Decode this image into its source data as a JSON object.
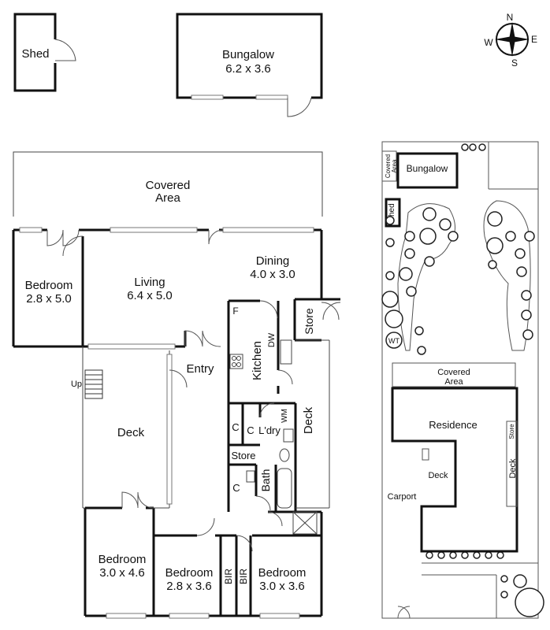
{
  "compass": {
    "n": "N",
    "s": "S",
    "e": "E",
    "w": "W"
  },
  "outbuildings": {
    "shed": "Shed",
    "bungalow": "Bungalow",
    "bungalow_size": "6.2 x 3.6"
  },
  "house": {
    "covered": [
      "Covered",
      "Area"
    ],
    "bedroom_w": [
      "Bedroom",
      "2.8 x 5.0"
    ],
    "living": [
      "Living",
      "6.4 x 5.0"
    ],
    "dining": [
      "Dining",
      "4.0 x 3.0"
    ],
    "fridge": "F",
    "dishwasher": "DW",
    "kitchen": "Kitchen",
    "store": "Store",
    "entry": "Entry",
    "up": "Up",
    "deck_main": "Deck",
    "c1": "C",
    "c2": "C",
    "c3": "C",
    "laundry": "L'dry",
    "wm": "WM",
    "store2": "Store",
    "bath": "Bath",
    "deck_side": "Deck",
    "bed1": [
      "Bedroom",
      "3.0 x 4.6"
    ],
    "bed2": [
      "Bedroom",
      "2.8 x 3.6"
    ],
    "bed3": [
      "Bedroom",
      "3.0 x 3.6"
    ],
    "bir1": "BIR",
    "bir2": "BIR"
  },
  "site": {
    "covered_area_small": [
      "Covered",
      "Area"
    ],
    "bungalow": "Bungalow",
    "shed": "Shed",
    "wt": "WT",
    "covered_area": [
      "Covered",
      "Area"
    ],
    "residence": "Residence",
    "store": "Store",
    "deck_inner": "Deck",
    "deck_side": "Deck",
    "carport": "Carport"
  }
}
